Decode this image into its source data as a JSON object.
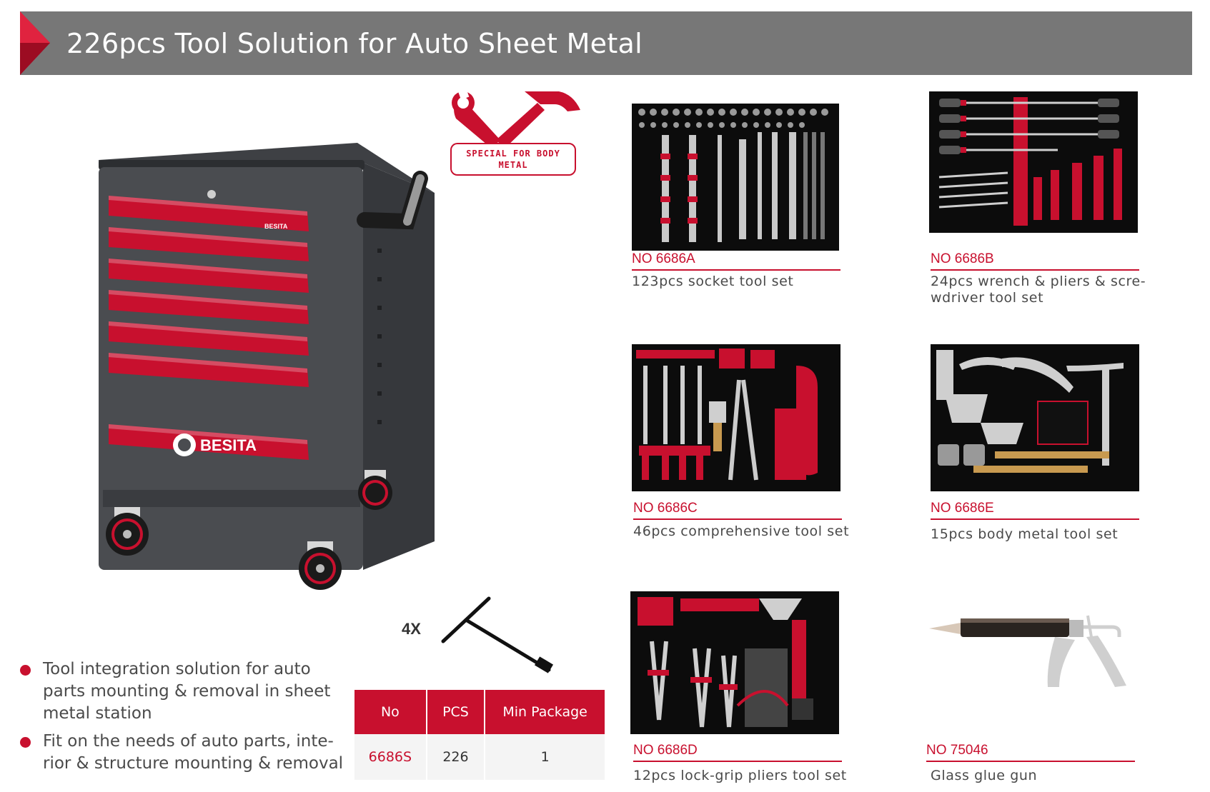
{
  "header": {
    "title": "226pcs Tool Solution for Auto Sheet Metal"
  },
  "colors": {
    "accent": "#c8102e",
    "banner": "#777777",
    "cabinet": "#4a4c50",
    "tray": "#0c0c0c"
  },
  "badge": {
    "line1": "SPECIAL FOR BODY",
    "line2": "METAL"
  },
  "cabinet": {
    "brand": "BESITA",
    "drawer_brand": "BESITA"
  },
  "tbar": {
    "count": "4X"
  },
  "features": [
    {
      "text": "Tool integration solution for auto parts mounting & removal in sheet metal station"
    },
    {
      "text": "Fit on the needs of auto parts, inte-rior & structure mounting & removal"
    }
  ],
  "spec_table": {
    "headers": [
      "No",
      "PCS",
      "Min Package"
    ],
    "row": [
      "6686S",
      "226",
      "1"
    ]
  },
  "products": [
    {
      "code": "NO 6686A",
      "desc": "123pcs socket tool set"
    },
    {
      "code": "NO 6686B",
      "desc": "24pcs wrench & pliers & scre-wdriver tool set"
    },
    {
      "code": "NO 6686C",
      "desc": "46pcs comprehensive tool set"
    },
    {
      "code": "NO 6686E",
      "desc": "15pcs body metal tool set"
    },
    {
      "code": "NO 6686D",
      "desc": "12pcs lock-grip pliers tool set"
    },
    {
      "code": "NO 75046",
      "desc": "Glass glue gun"
    }
  ]
}
